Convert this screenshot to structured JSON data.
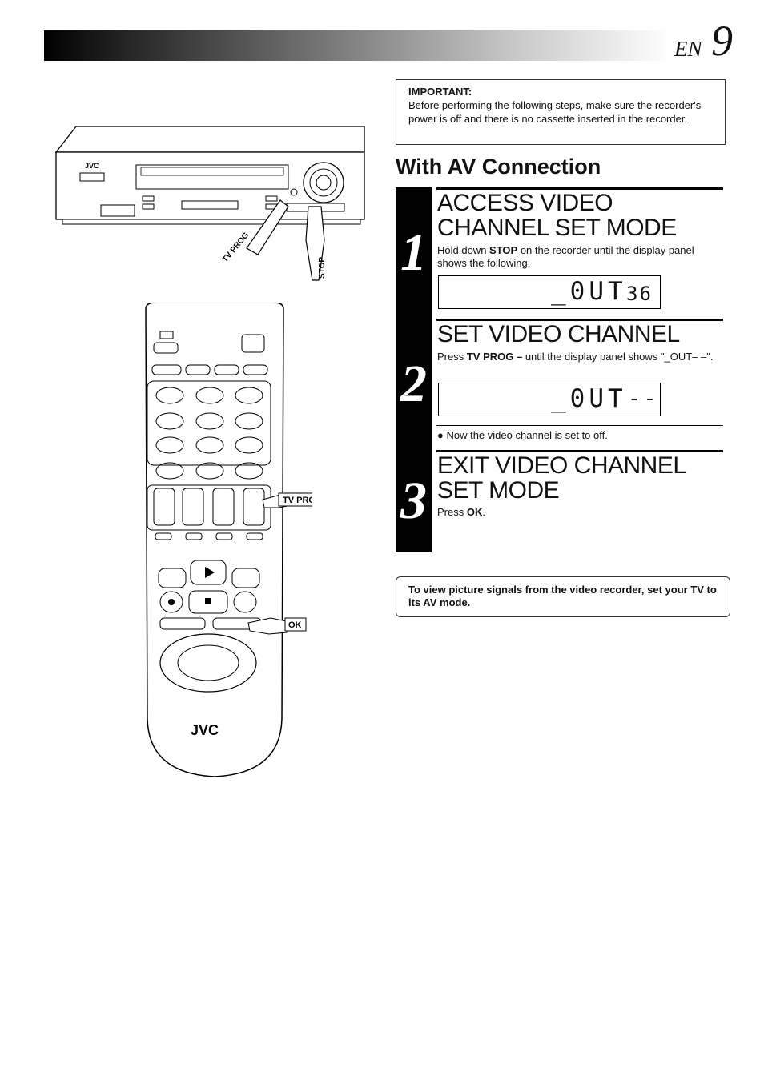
{
  "header": {
    "lang": "EN",
    "page": "9"
  },
  "important": {
    "title": "IMPORTANT:",
    "text": "Before performing the following steps, make sure the recorder's power is off and there is no cassette inserted in the recorder."
  },
  "section_title": "With AV Connection",
  "steps": [
    {
      "number": "1",
      "heading": "ACCESS VIDEO CHANNEL SET MODE",
      "text_pre": "Hold down ",
      "text_bold": "STOP",
      "text_post": " on the recorder until the display panel shows the following.",
      "display_main": "_0UT",
      "display_right": "36"
    },
    {
      "number": "2",
      "heading": "SET VIDEO CHANNEL",
      "text_pre": "Press ",
      "text_bold": "TV PROG –",
      "text_post": " until the display panel shows \"_OUT– –\".",
      "display_main": "_0UT",
      "display_right": "--",
      "bullet": "Now the video channel is set to off."
    },
    {
      "number": "3",
      "heading": "EXIT VIDEO CHANNEL SET MODE",
      "text_pre": "Press ",
      "text_bold": "OK",
      "text_post": "."
    }
  ],
  "note": "To view picture signals from the video recorder, set your TV to its AV mode.",
  "illustration": {
    "vcr_brand": "JVC",
    "remote_brand": "JVC",
    "label_tv_prog_vcr": "TV PROG",
    "label_stop": "STOP",
    "label_tv_prog_remote": "TV PROG",
    "label_ok": "OK"
  }
}
